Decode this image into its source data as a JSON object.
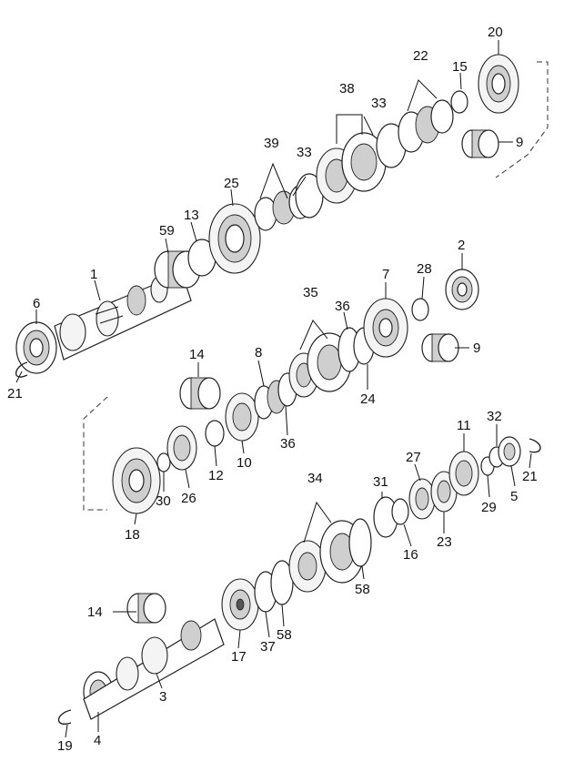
{
  "callouts": {
    "c1": "1",
    "c2": "2",
    "c3": "3",
    "c4": "4",
    "c5": "5",
    "c6": "6",
    "c7": "7",
    "c8": "8",
    "c9a": "9",
    "c9b": "9",
    "c10": "10",
    "c11": "11",
    "c12": "12",
    "c13": "13",
    "c14a": "14",
    "c14b": "14",
    "c15": "15",
    "c16": "16",
    "c17": "17",
    "c18": "18",
    "c19": "19",
    "c20": "20",
    "c21a": "21",
    "c21b": "21",
    "c22": "22",
    "c23": "23",
    "c24": "24",
    "c25": "25",
    "c26": "26",
    "c27": "27",
    "c28": "28",
    "c29": "29",
    "c30": "30",
    "c31": "31",
    "c32": "32",
    "c33a": "33",
    "c33b": "33",
    "c34": "34",
    "c35": "35",
    "c36a": "36",
    "c36b": "36",
    "c37": "37",
    "c38": "38",
    "c39": "39",
    "c58a": "58",
    "c58b": "58",
    "c59": "59"
  }
}
